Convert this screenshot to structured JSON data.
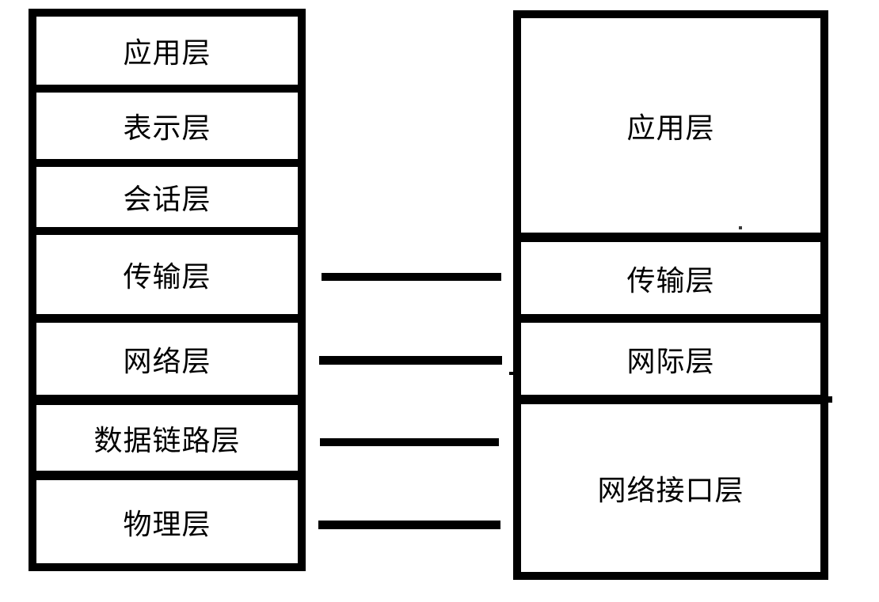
{
  "osi": {
    "layers": [
      {
        "label": "应用层"
      },
      {
        "label": "表示层"
      },
      {
        "label": "会话层"
      },
      {
        "label": "传输层"
      },
      {
        "label": "网络层"
      },
      {
        "label": "数据链路层"
      },
      {
        "label": "物理层"
      }
    ]
  },
  "tcpip": {
    "layers": [
      {
        "label": "应用层"
      },
      {
        "label": "传输层"
      },
      {
        "label": "网际层"
      },
      {
        "label": "网络接口层"
      }
    ]
  },
  "connectors": [
    {
      "left_layer": "传输层",
      "right_layer": "传输层"
    },
    {
      "left_layer": "网络层",
      "right_layer": "网际层"
    },
    {
      "left_layer": "数据链路层",
      "right_layer": "网络接口层"
    },
    {
      "left_layer": "物理层",
      "right_layer": "网络接口层"
    }
  ],
  "colors": {
    "line": "#000000",
    "background": "#ffffff",
    "text": "#000000"
  }
}
